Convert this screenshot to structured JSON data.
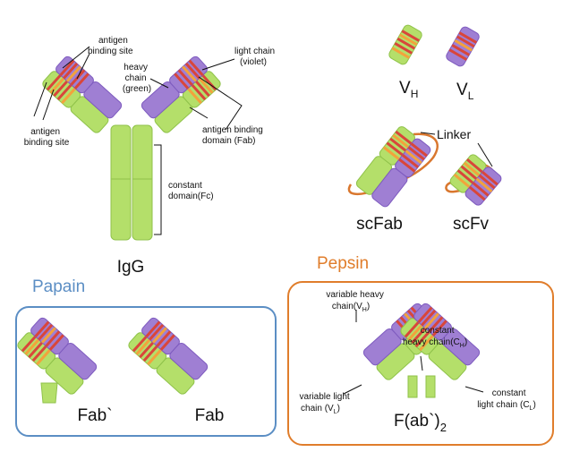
{
  "colors": {
    "green_fill": "#b4df6a",
    "green_dark": "#8fc24a",
    "violet_fill": "#9f7fd3",
    "violet_dark": "#7e5bbf",
    "stripe_red": "#d9463a",
    "stripe_orange": "#f3a23c",
    "linker_orange": "#d9772e",
    "papain_blue": "#5b8ec4",
    "pepsin_orange": "#e07d2b"
  },
  "igg": {
    "label": "IgG",
    "antigen_binding_site_top": [
      "antigen",
      "binding site"
    ],
    "heavy_chain": [
      "heavy",
      "chain",
      "(green)"
    ],
    "light_chain": [
      "light chain",
      "(violet)"
    ],
    "antigen_binding_site_left": [
      "antigen",
      "binding site"
    ],
    "antigen_binding_domain": [
      "antigen binding",
      "domain (Fab)"
    ],
    "constant_domain": [
      "constant",
      "domain(Fc)"
    ]
  },
  "fragments": {
    "vh": {
      "main": "V",
      "sub": "H"
    },
    "vl": {
      "main": "V",
      "sub": "L"
    },
    "linker": "Linker",
    "scfab": "scFab",
    "scfv": "scFv"
  },
  "papain": {
    "title": "Papain",
    "fab_prime": "Fab`",
    "fab": "Fab"
  },
  "pepsin": {
    "title": "Pepsin",
    "variable_heavy_1": "variable heavy",
    "variable_heavy_2": "chain(V",
    "variable_heavy_sub": "H",
    "constant_heavy_1": "constant",
    "constant_heavy_2": "heavy chain(C",
    "constant_heavy_sub": "H",
    "variable_light_1": "variable light",
    "variable_light_2": "chain (V",
    "variable_light_sub": "L",
    "constant_light_1": "constant",
    "constant_light_2": "light chain (C",
    "constant_light_sub": "L",
    "close_paren": ")",
    "fab2_main": "F(ab`)",
    "fab2_sub": "2"
  }
}
